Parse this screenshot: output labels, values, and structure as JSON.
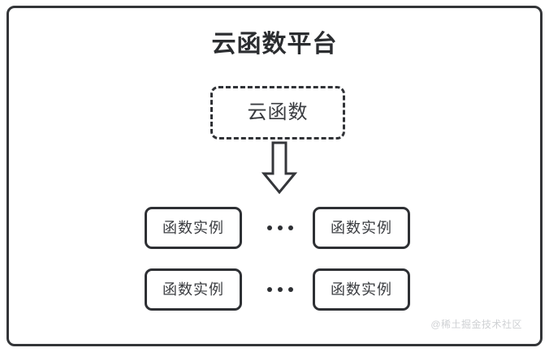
{
  "diagram": {
    "title": "云函数平台",
    "node": {
      "label": "云函数",
      "style": "dashed-rounded-rect"
    },
    "arrow": {
      "name": "down-block-arrow",
      "direction": "down"
    },
    "rows": [
      {
        "left": {
          "label": "函数实例"
        },
        "ellipsis": "•••",
        "right": {
          "label": "函数实例"
        }
      },
      {
        "left": {
          "label": "函数实例"
        },
        "ellipsis": "•••",
        "right": {
          "label": "函数实例"
        }
      }
    ],
    "watermark": "@稀土掘金技术社区",
    "colors": {
      "stroke": "#2e3034",
      "title_text": "#2b2d30",
      "label_text": "#3a3c40",
      "background": "#ffffff",
      "watermark_text": "#cfd1d4"
    }
  }
}
